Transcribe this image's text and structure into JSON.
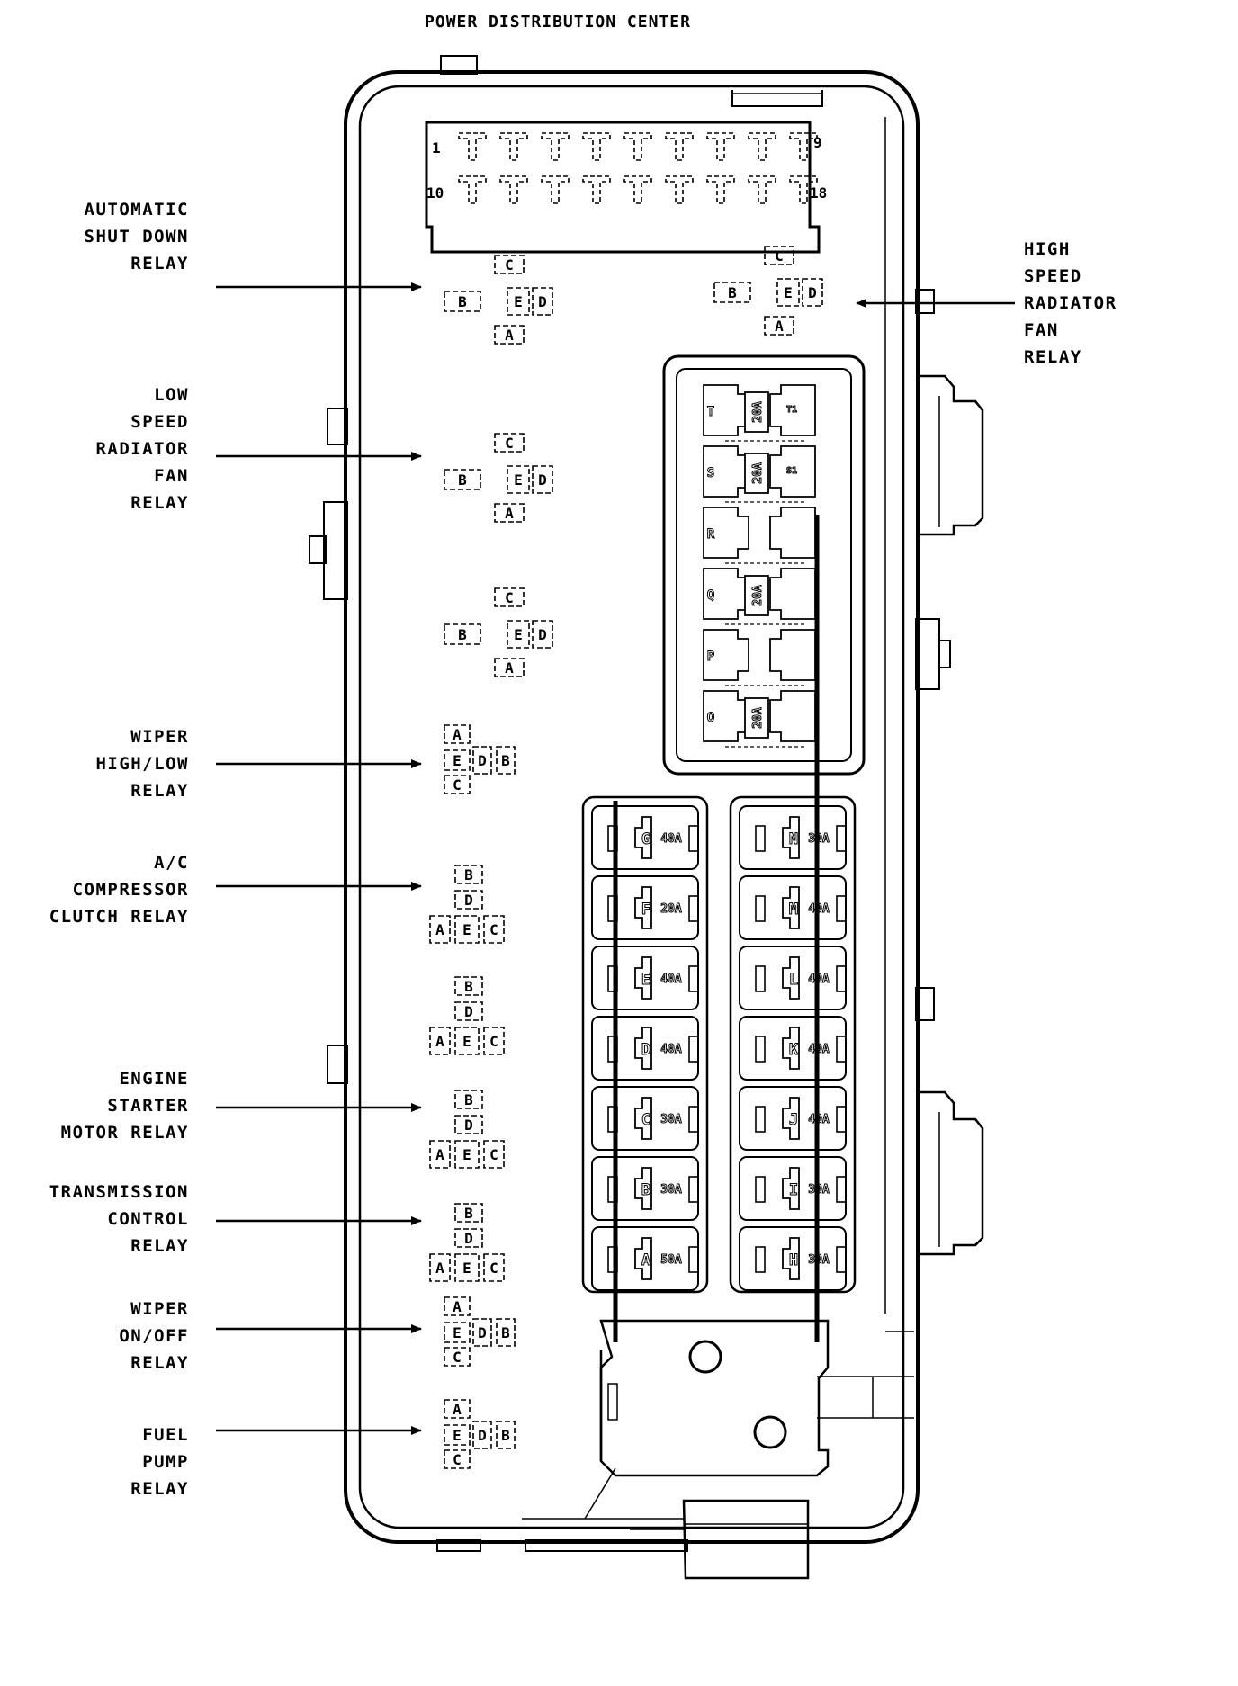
{
  "title": "POWER DISTRIBUTION CENTER",
  "connector_pins": {
    "top_left": "1",
    "top_right": "9",
    "bottom_left": "10",
    "bottom_right": "18"
  },
  "left_labels": [
    {
      "id": "asd",
      "lines": [
        "AUTOMATIC",
        "SHUT DOWN",
        "RELAY"
      ]
    },
    {
      "id": "low-speed",
      "lines": [
        "LOW",
        "SPEED",
        "RADIATOR",
        "FAN",
        "RELAY"
      ]
    },
    {
      "id": "wiper-hilo",
      "lines": [
        "WIPER",
        "HIGH/LOW",
        "RELAY"
      ]
    },
    {
      "id": "ac",
      "lines": [
        "A/C",
        "COMPRESSOR",
        "CLUTCH RELAY"
      ]
    },
    {
      "id": "starter",
      "lines": [
        "ENGINE",
        "STARTER",
        "MOTOR RELAY"
      ]
    },
    {
      "id": "trans",
      "lines": [
        "TRANSMISSION",
        "CONTROL",
        "RELAY"
      ]
    },
    {
      "id": "wiper-onoff",
      "lines": [
        "WIPER",
        "ON/OFF",
        "RELAY"
      ]
    },
    {
      "id": "fuel",
      "lines": [
        "FUEL",
        "PUMP",
        "RELAY"
      ]
    }
  ],
  "right_labels": [
    {
      "id": "high-speed",
      "lines": [
        "HIGH",
        "SPEED",
        "RADIATOR",
        "FAN",
        "RELAY"
      ]
    }
  ],
  "relay_letters": {
    "a": "A",
    "b": "B",
    "c": "C",
    "d": "D",
    "e": "E"
  },
  "mini_fuses": [
    {
      "left": "T",
      "amp": "20A",
      "right": "T1"
    },
    {
      "left": "S",
      "amp": "20A",
      "right": "S1"
    },
    {
      "left": "R",
      "amp": "",
      "right": ""
    },
    {
      "left": "Q",
      "amp": "20A",
      "right": ""
    },
    {
      "left": "P",
      "amp": "",
      "right": ""
    },
    {
      "left": "O",
      "amp": "20A",
      "right": ""
    }
  ],
  "maxi_fuses_left": [
    {
      "letter": "G",
      "amp": "40A"
    },
    {
      "letter": "F",
      "amp": "20A"
    },
    {
      "letter": "E",
      "amp": "40A"
    },
    {
      "letter": "D",
      "amp": "40A"
    },
    {
      "letter": "C",
      "amp": "30A"
    },
    {
      "letter": "B",
      "amp": "30A"
    },
    {
      "letter": "A",
      "amp": "50A"
    }
  ],
  "maxi_fuses_right": [
    {
      "letter": "N",
      "amp": "30A"
    },
    {
      "letter": "M",
      "amp": "40A"
    },
    {
      "letter": "L",
      "amp": "40A"
    },
    {
      "letter": "K",
      "amp": "40A"
    },
    {
      "letter": "J",
      "amp": "40A"
    },
    {
      "letter": "I",
      "amp": "30A"
    },
    {
      "letter": "H",
      "amp": "30A"
    }
  ]
}
